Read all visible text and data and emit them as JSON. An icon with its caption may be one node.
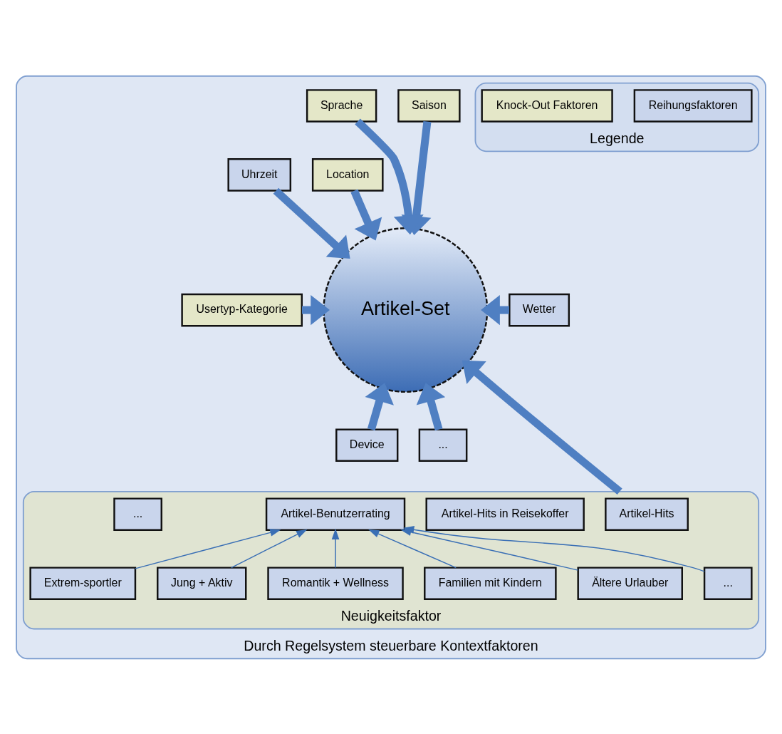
{
  "diagram": {
    "nodes": [
      {
        "text": [
          "Durch Regelsystem steuerbare Kontextfaktoren"
        ]
      },
      {
        "text": [
          "Legende"
        ],
        "in": 0
      },
      {
        "text": [
          "Reihungsfaktoren"
        ],
        "in": 1
      },
      {
        "text": [
          "Knock-Out Faktoren"
        ],
        "in": 1
      },
      {
        "text": [
          "Saison"
        ],
        "in": 0
      },
      {
        "text": [
          "Sprache"
        ],
        "in": 0
      },
      {
        "text": [
          "Location"
        ],
        "in": 0
      },
      {
        "text": [
          "Usertyp-Kategorie"
        ],
        "in": 0
      },
      {
        "text": [
          "Device"
        ],
        "in": 0
      },
      {
        "text": [
          "Artikel-Set"
        ],
        "in": 0
      },
      {
        "text": [
          "Uhrzeit"
        ],
        "in": 0
      },
      {
        "text": [
          "Wetter"
        ],
        "in": 0
      },
      {
        "text": [
          "..."
        ],
        "in": 0
      },
      {
        "text": [
          "Neuigkeitsfaktor"
        ],
        "in": 0
      },
      {
        "text": [
          "Artikel-Hits"
        ],
        "in": 13
      },
      {
        "text": [
          "Artikel-Hits in Reisekoffer"
        ],
        "in": 13
      },
      {
        "text": [
          "Artikel-Benutzerrating"
        ],
        "in": 13
      },
      {
        "text": [
          "..."
        ],
        "in": 13
      },
      {
        "text": [
          "Extrem-sportler"
        ],
        "in": 13
      },
      {
        "text": [
          "Jung + Aktiv"
        ],
        "in": 13
      },
      {
        "text": [
          "Romantik + Wellness"
        ],
        "in": 13
      },
      {
        "text": [
          "Familien mit Kindern"
        ],
        "in": 13
      },
      {
        "text": [
          "Ältere Urlauber"
        ],
        "in": 13
      },
      {
        "text": [
          "..."
        ],
        "in": 13
      }
    ],
    "edges": [
      {
        "from": 4,
        "to": 9,
        "arrow": "to"
      },
      {
        "from": 5,
        "to": 9,
        "arrow": "to"
      },
      {
        "from": 6,
        "to": 9,
        "arrow": "to"
      },
      {
        "from": 7,
        "to": 9,
        "arrow": "to"
      },
      {
        "from": 8,
        "to": 9,
        "arrow": "to"
      },
      {
        "from": 10,
        "to": 9,
        "arrow": "to"
      },
      {
        "from": 11,
        "to": 9,
        "arrow": "to"
      },
      {
        "from": 12,
        "to": 9,
        "arrow": "to"
      },
      {
        "from": 13,
        "to": 9,
        "arrow": "to"
      },
      {
        "from": 18,
        "to": 16,
        "arrow": "to",
        "color": "#3a6fb5"
      },
      {
        "from": 19,
        "to": 16,
        "arrow": "to",
        "color": "#3a6fb5"
      },
      {
        "from": 20,
        "to": 16,
        "arrow": "to",
        "color": "#3a6fb5"
      },
      {
        "from": 21,
        "to": 16,
        "arrow": "to",
        "color": "#3a6fb5"
      },
      {
        "from": 22,
        "to": 16,
        "arrow": "to",
        "color": "#3a6fb5"
      },
      {
        "from": 23,
        "to": 16,
        "arrow": "to",
        "color": "#3a6fb5"
      }
    ]
  }
}
